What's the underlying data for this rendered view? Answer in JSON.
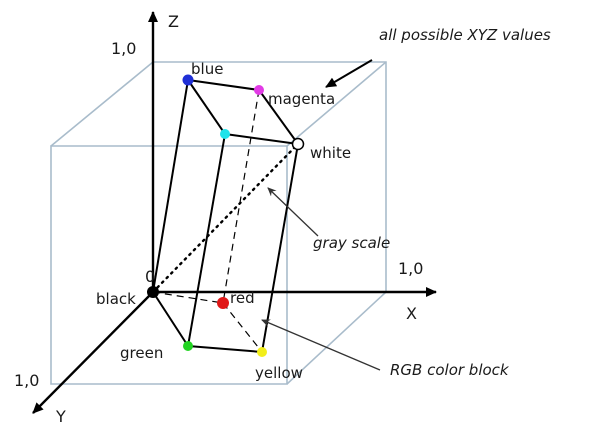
{
  "axes": {
    "x_label": "X",
    "y_label": "Y",
    "z_label": "Z",
    "origin_label": "0",
    "x_tick": "1,0",
    "y_tick": "1,0",
    "z_tick": "1,0"
  },
  "corners": [
    {
      "key": "black",
      "label": "black",
      "color": "#000000",
      "hollow": false
    },
    {
      "key": "blue",
      "label": "blue",
      "color": "#1f2fd6",
      "hollow": false
    },
    {
      "key": "magenta",
      "label": "magenta",
      "color": "#e23be6",
      "hollow": false
    },
    {
      "key": "cyan",
      "label": "",
      "color": "#20e3ea",
      "hollow": false
    },
    {
      "key": "white",
      "label": "white",
      "color": "#ffffff",
      "hollow": true
    },
    {
      "key": "red",
      "label": "red",
      "color": "#e01818",
      "hollow": false
    },
    {
      "key": "green",
      "label": "green",
      "color": "#22d322",
      "hollow": false
    },
    {
      "key": "yellow",
      "label": "yellow",
      "color": "#f2ee1a",
      "hollow": false
    }
  ],
  "annotations": {
    "xyz_values": "all possible XYZ values",
    "gray_scale": "gray scale",
    "rgb_block": "RGB color block"
  },
  "colors": {
    "cube_edge": "#a9bccb",
    "axis": "#000000",
    "block_edge": "#000000"
  }
}
